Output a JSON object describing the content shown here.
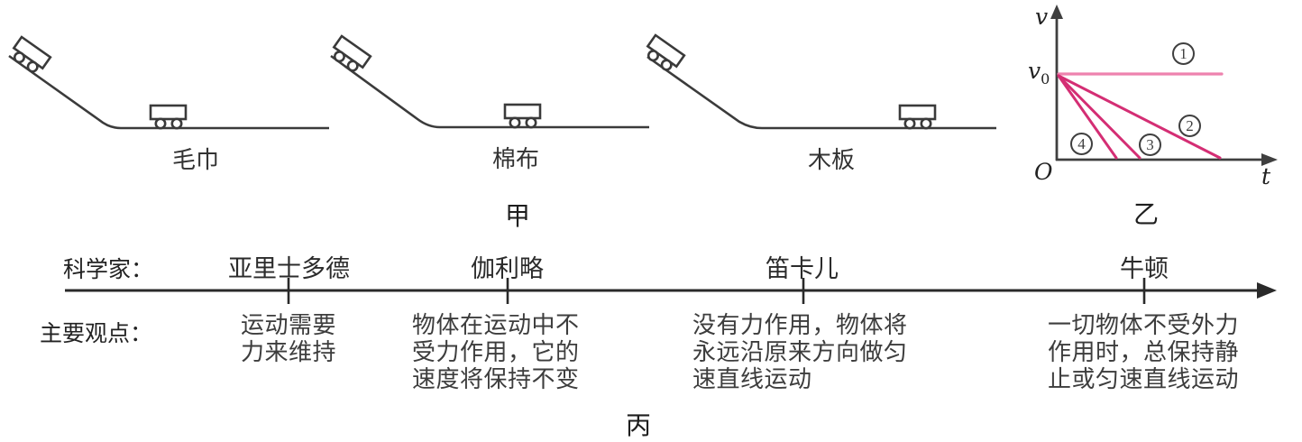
{
  "experiments": {
    "group_label": "甲",
    "surfaces": [
      "毛巾",
      "棉布",
      "木板"
    ]
  },
  "graph": {
    "group_label": "乙",
    "v_axis_label": "v",
    "t_axis_label": "t",
    "origin_label": "O",
    "initial_v": {
      "base": "v",
      "sub": "0"
    },
    "curve_numbers": [
      "1",
      "2",
      "3",
      "4"
    ]
  },
  "timeline": {
    "group_label": "丙",
    "scientists_label": "科学家：",
    "viewpoints_label": "主要观点：",
    "entries": [
      {
        "scientist": "亚里士多德",
        "viewpoint": "运动需要\n力来维持"
      },
      {
        "scientist": "伽利略",
        "viewpoint": "物体在运动中不\n受力作用，它的\n速度将保持不变"
      },
      {
        "scientist": "笛卡儿",
        "viewpoint": "没有力作用，物体将\n永远沿原来方向做匀\n速直线运动"
      },
      {
        "scientist": "牛顿",
        "viewpoint": "一切物体不受外力\n作用时，总保持静\n止或匀速直线运动"
      }
    ]
  },
  "colors": {
    "track_line": "#3b3b3b",
    "timeline_line": "#2a2a2a",
    "axis_line": "#3f3f3f",
    "curve1_pink": "#ee82ae",
    "curves234_magenta": "#d42e74"
  },
  "chart_data": {
    "type": "line",
    "title": "乙",
    "xlabel": "t",
    "ylabel": "v",
    "y_intercept_label": "v0",
    "axis_ticks": "none (qualitative sketch)",
    "series": [
      {
        "name": "①",
        "x_norm": [
          0,
          0.75
        ],
        "y": [
          "v0",
          "v0"
        ],
        "note": "constant velocity, horizontal line"
      },
      {
        "name": "②",
        "x_norm": [
          0,
          0.74
        ],
        "y": [
          "v0",
          0
        ],
        "note": "gentlest deceleration, reaches v=0 latest"
      },
      {
        "name": "③",
        "x_norm": [
          0,
          0.38
        ],
        "y": [
          "v0",
          0
        ],
        "note": "medium deceleration"
      },
      {
        "name": "④",
        "x_norm": [
          0,
          0.27
        ],
        "y": [
          "v0",
          0
        ],
        "note": "steepest deceleration, stops soonest"
      }
    ],
    "legend_position": "labels ①②③④ in circles beside each line"
  }
}
